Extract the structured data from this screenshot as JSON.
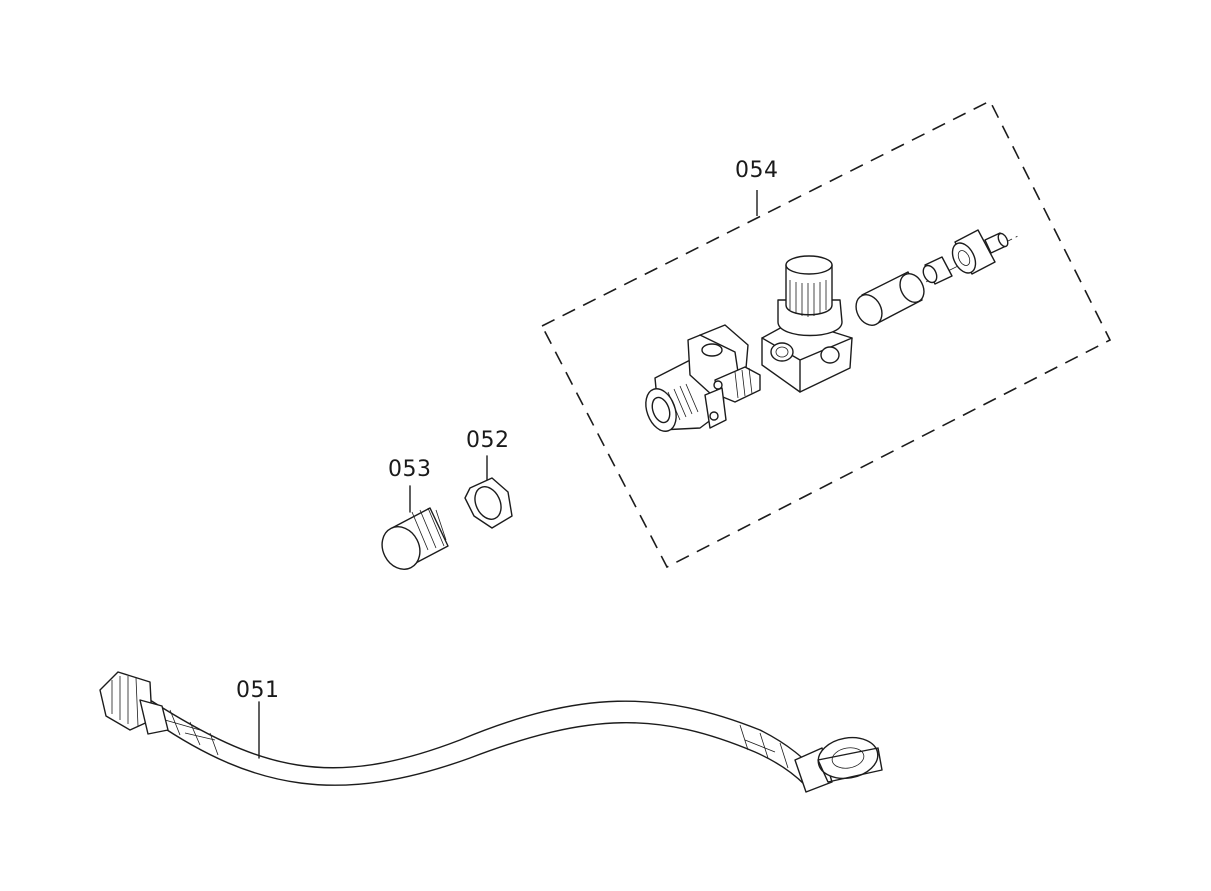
{
  "callouts": {
    "hose": "051",
    "gasket": "052",
    "filter_cap": "053",
    "valve_assembly": "054"
  },
  "colors": {
    "line": "#1c1c1c",
    "background": "#ffffff"
  }
}
